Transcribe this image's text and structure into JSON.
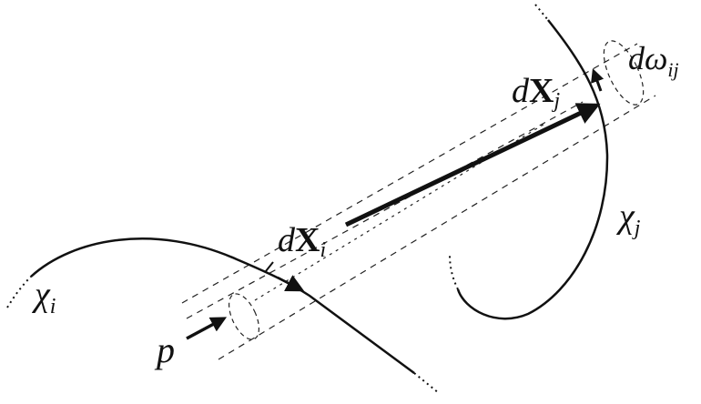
{
  "labels": {
    "chi_i": "χ",
    "chi_i_sub": "i",
    "chi_j": "χ",
    "chi_j_sub": "j",
    "dX_i_d": "d",
    "dX_i_X": "X",
    "dX_i_sub": "i",
    "dX_j_d": "d",
    "dX_j_X": "X",
    "dX_j_sub": "j",
    "domega_d": "dω",
    "domega_sub": "ij",
    "p": "p"
  },
  "colors": {
    "ink": "#111111",
    "background": "#ffffff"
  }
}
